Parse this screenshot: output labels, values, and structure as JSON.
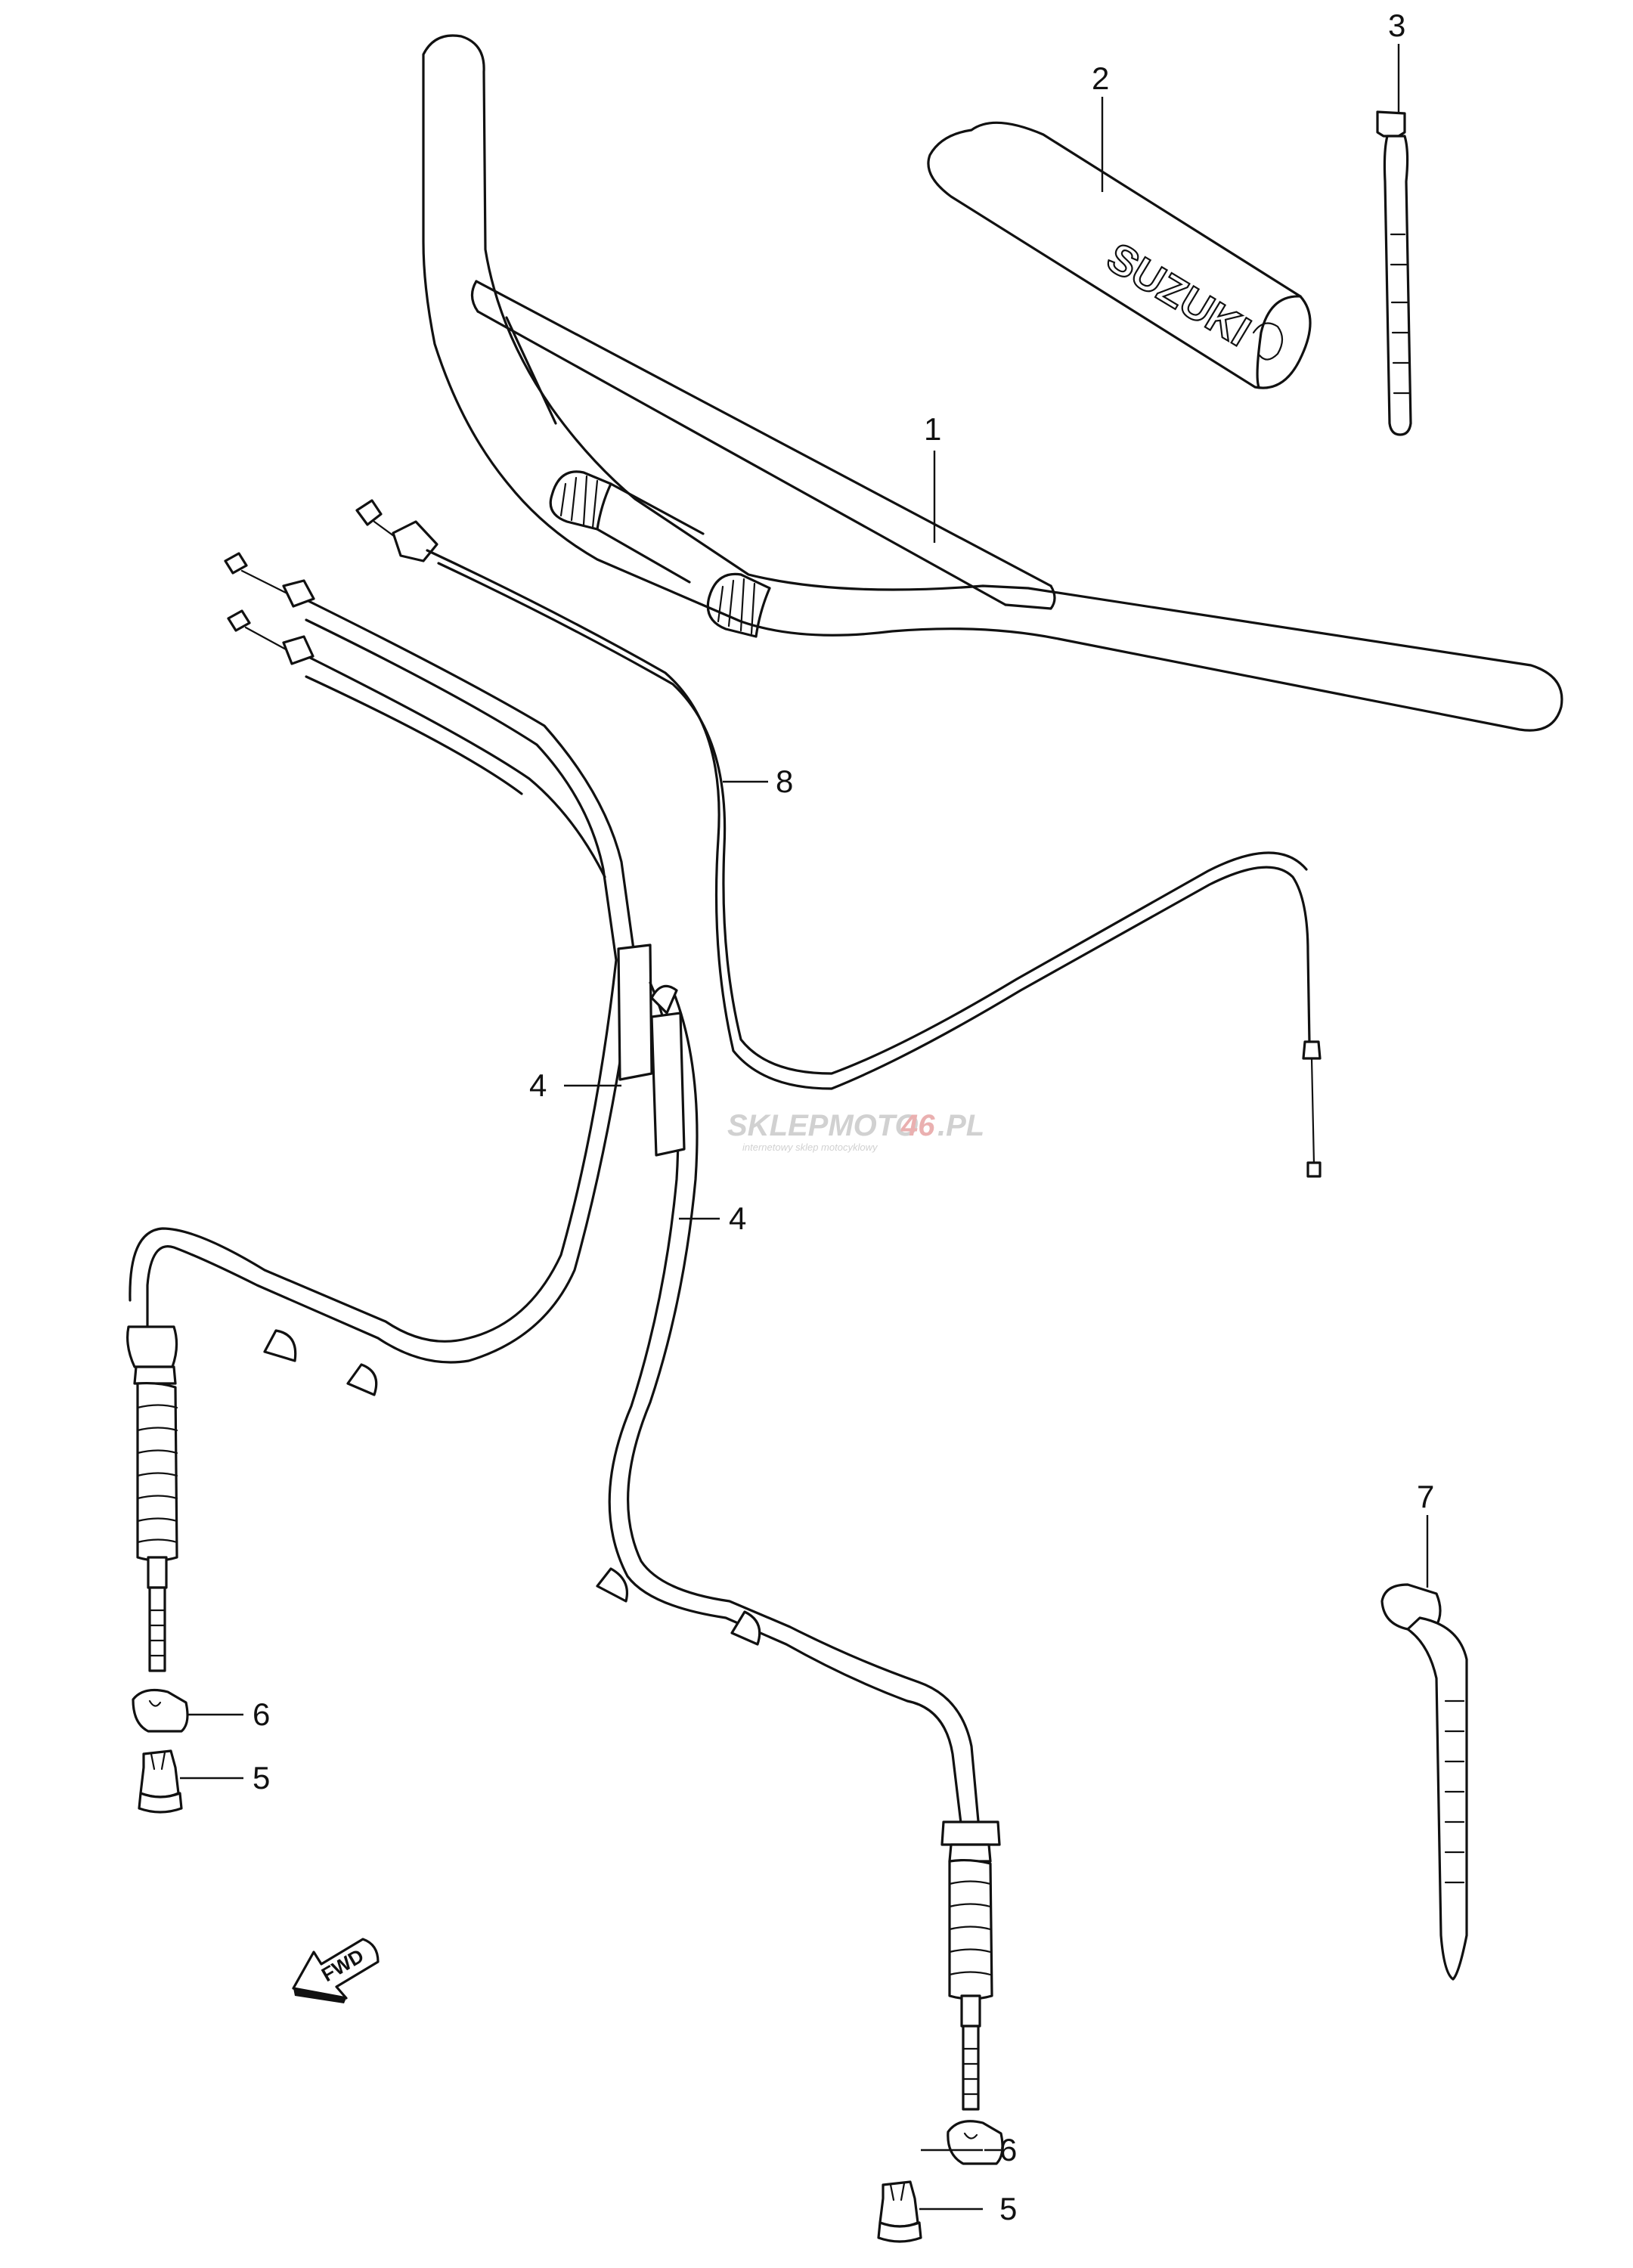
{
  "callouts": {
    "c1": "1",
    "c2": "2",
    "c3": "3",
    "c4a": "4",
    "c4b": "4",
    "c5a": "5",
    "c5b": "5",
    "c6a": "6",
    "c6b": "6",
    "c7": "7",
    "c8": "8"
  },
  "grip_brand": "SUZUKI",
  "fwd_label": "FWD",
  "watermark": {
    "brand_a": "SKLEPMOTO",
    "brand_b": "46",
    "brand_c": ".PL",
    "tagline": "internetowy sklep motocyklowy"
  },
  "colors": {
    "ink": "#111111",
    "watermark_grey": "#c9c9c9",
    "watermark_red": "#e7a3a3"
  }
}
